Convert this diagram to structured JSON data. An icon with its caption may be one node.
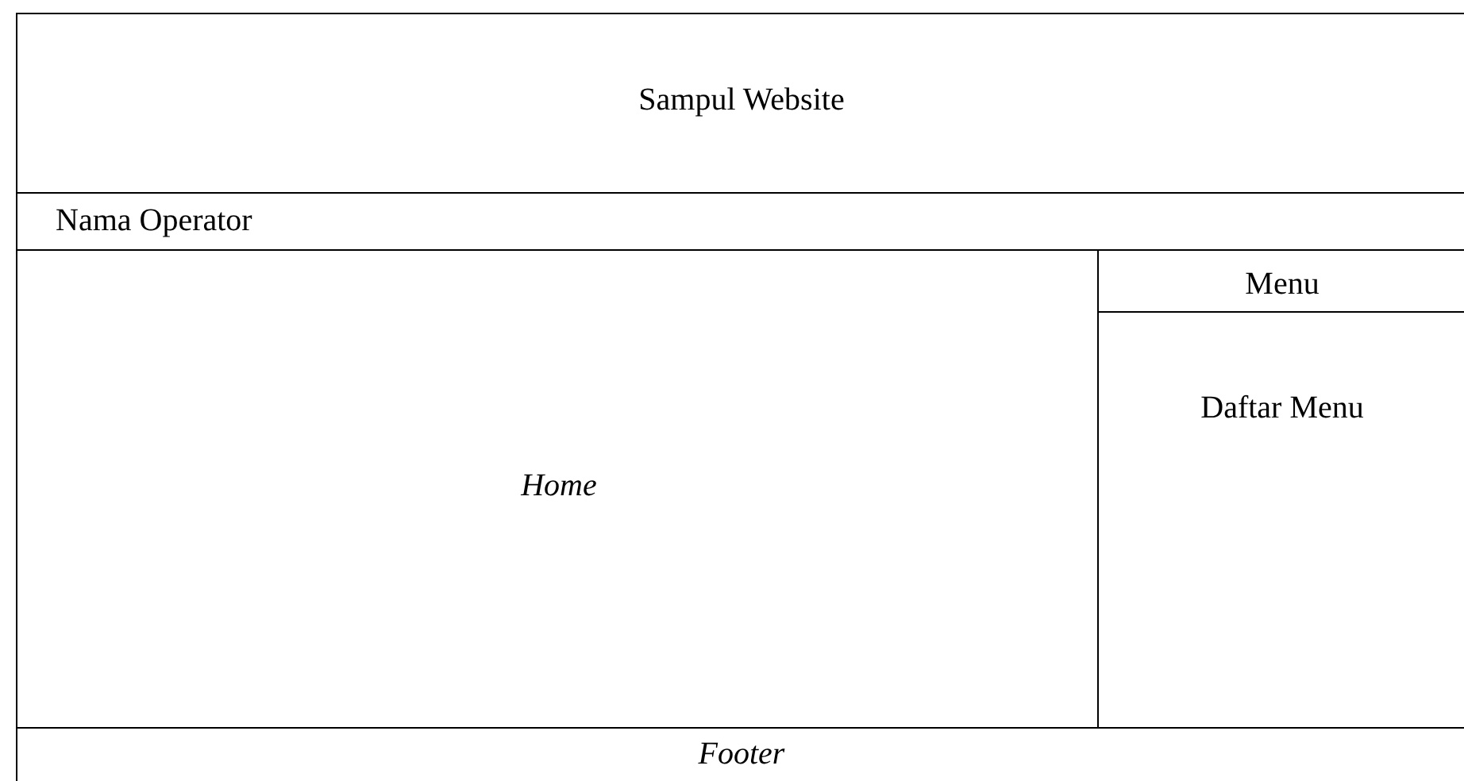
{
  "diagram": {
    "nodes": [
      {
        "text": [
          "Sampul Website"
        ]
      },
      {
        "text": [
          "Nama Operator"
        ]
      },
      {
        "text": [
          "Home"
        ]
      },
      {
        "text": [
          "Menu",
          "Daftar Menu"
        ]
      },
      {
        "text": [
          "Footer"
        ]
      }
    ]
  }
}
